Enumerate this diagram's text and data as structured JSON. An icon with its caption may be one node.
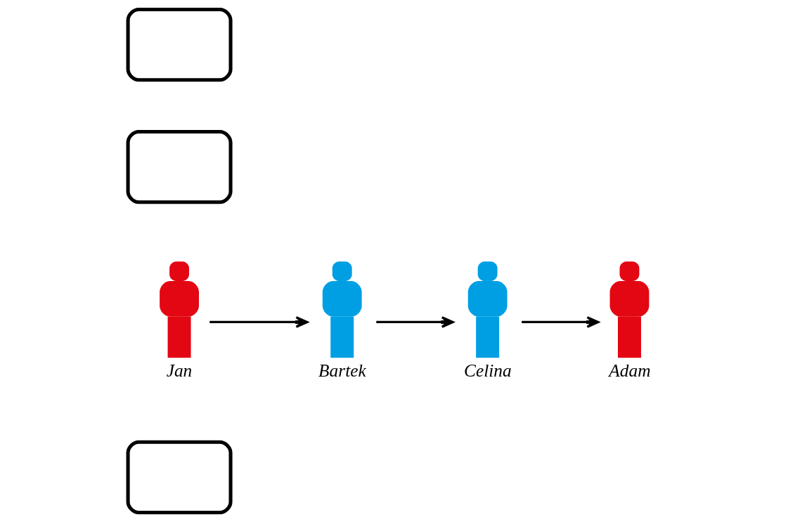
{
  "diagram": {
    "nodes": [
      {
        "text": [],
        "shape": "envelope"
      },
      {
        "text": [
          "Jan"
        ]
      },
      {
        "text": [
          "Bartek"
        ]
      },
      {
        "text": [
          "Celina"
        ]
      },
      {
        "text": [
          "Adam"
        ]
      },
      {
        "text": [],
        "shape": "envelope"
      },
      {
        "text": [],
        "shape": "envelope"
      }
    ],
    "edges": [
      {
        "from": 1,
        "to": 2,
        "arrow": "to"
      },
      {
        "from": 2,
        "to": 3,
        "arrow": "to"
      },
      {
        "from": 3,
        "to": 4,
        "arrow": "to"
      }
    ]
  }
}
